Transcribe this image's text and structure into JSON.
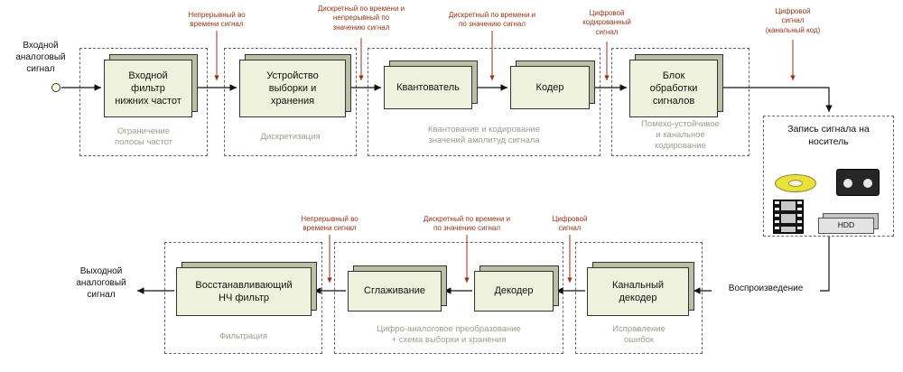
{
  "colors": {
    "block_fill": "#eef2dc",
    "block_depth": "#b9c0a4",
    "annotation_text": "#993318",
    "group_label_text": "#98a08c",
    "cd_fill": "#e8e23a"
  },
  "input": {
    "label": "Входной\nаналоговый\nсигнал"
  },
  "output": {
    "label": "Выходной\nаналоговый\nсигнал"
  },
  "top_row": {
    "blocks": {
      "input_filter": "Входной\nфильтр\nнижних частот",
      "sample_hold": "Устройство\nвыборки и\nхранения",
      "quantizer": "Квантователь",
      "coder": "Кодер",
      "dsp": "Блок\nобработки\nсигналов"
    },
    "groups": {
      "band_limit": "Ограничение\nполосы частот",
      "sampling": "Дискретизация",
      "quant_coding": "Квантование и кодирование\nзначений амплитуд сигнала",
      "channel_coding": "Помехо-устойчивое\nи канальное\nкодирование"
    },
    "annotations": {
      "continuous": "Непрерывный во\nвремени сигнал",
      "discrete_time_continuous_value": "Дискретный по времени и\nнепрерывный по\nзначению сигнал",
      "discrete_time_value": "Дискретный по времени и\nпо значению сигнал",
      "digital_coded": "Цифровой\nкодированный\nсигнал",
      "digital_channel_code": "Цифровой\nсигнал\n(канальный код)"
    }
  },
  "storage": {
    "title": "Запись сигнала на\nноситель",
    "hdd_label": "HDD"
  },
  "bottom_row": {
    "playback": "Воспроизведение",
    "blocks": {
      "channel_decoder": "Канальный\nдекодер",
      "decoder": "Декодер",
      "smoothing": "Сглаживание",
      "reconstruction_filter": "Восстанавливающий\nНЧ фильтр"
    },
    "groups": {
      "error_correction": "Исправление\nошибок",
      "dac": "Цифро-аналоговое преобразование\n+ схема выборки и хранения",
      "filtering": "Фильтрация"
    },
    "annotations": {
      "continuous": "Непрерывный во\nвремени сигнал",
      "discrete_time_value": "Дискретный по времени и\nпо значению сигнал",
      "digital": "Цифровой\nсигнал"
    }
  }
}
